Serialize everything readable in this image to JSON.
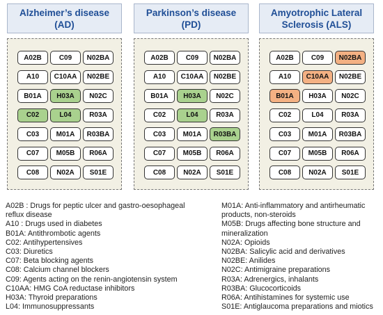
{
  "colors": {
    "header_text": "#1f4e96",
    "highlight_green": "#a9d18e",
    "highlight_orange": "#f4b183"
  },
  "panels": [
    {
      "title_line1": "Alzheimer’s disease",
      "title_line2": "(AD)",
      "codes": [
        "A02B",
        "C09",
        "N02BA",
        "A10",
        "C10AA",
        "N02BE",
        "B01A",
        "H03A",
        "N02C",
        "C02",
        "L04",
        "R03A",
        "C03",
        "M01A",
        "R03BA",
        "C07",
        "M05B",
        "R06A",
        "C08",
        "N02A",
        "S01E"
      ],
      "highlights": {
        "H03A": "green",
        "C02": "green",
        "L04": "green"
      }
    },
    {
      "title_line1": "Parkinson’s disease",
      "title_line2": "(PD)",
      "codes": [
        "A02B",
        "C09",
        "N02BA",
        "A10",
        "C10AA",
        "N02BE",
        "B01A",
        "H03A",
        "N02C",
        "C02",
        "L04",
        "R03A",
        "C03",
        "M01A",
        "R03BA",
        "C07",
        "M05B",
        "R06A",
        "C08",
        "N02A",
        "S01E"
      ],
      "highlights": {
        "H03A": "green",
        "L04": "green",
        "R03BA": "green"
      }
    },
    {
      "title_line1": "Amyotrophic Lateral",
      "title_line2": "Sclerosis (ALS)",
      "codes": [
        "A02B",
        "C09",
        "N02BA",
        "A10",
        "C10AA",
        "N02BE",
        "B01A",
        "H03A",
        "N02C",
        "C02",
        "L04",
        "R03A",
        "C03",
        "M01A",
        "R03BA",
        "C07",
        "M05B",
        "R06A",
        "C08",
        "N02A",
        "S01E"
      ],
      "highlights": {
        "N02BA": "orange",
        "C10AA": "orange",
        "B01A": "orange"
      }
    }
  ],
  "legend_left": [
    "A02B : Drugs for peptic ulcer and gastro-oesophageal",
    "reflux disease",
    "A10 : Drugs used in diabetes",
    "B01A: Antithrombotic agents",
    "C02: Antihypertensives",
    "C03: Diuretics",
    "C07: Beta blocking agents",
    "C08: Calcium channel blockers",
    "C09: Agents acting on the renin-angiotensin system",
    "C10AA: HMG CoA reductase inhibitors",
    "H03A: Thyroid preparations",
    "L04: Immunosuppressants"
  ],
  "legend_right": [
    "M01A: Anti-inflammatory and antirheumatic",
    "products, non-steroids",
    "M05B: Drugs affecting bone structure and",
    "mineralization",
    "N02A: Opioids",
    "N02BA: Salicylic acid and derivatives",
    "N02BE: Anilides",
    "N02C: Antimigraine preparations",
    "R03A: Adrenergics, inhalants",
    "R03BA: Glucocorticoids",
    "R06A: Antihistamines for systemic use",
    "S01E: Antiglaucoma preparations and miotics"
  ]
}
